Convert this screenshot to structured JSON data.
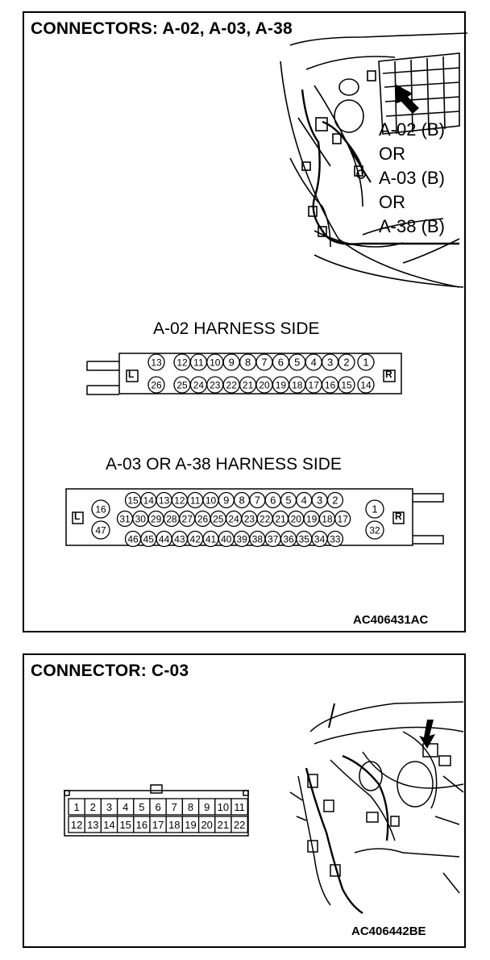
{
  "panel1": {
    "title": "CONNECTORS: A-02, A-03, A-38",
    "callouts": [
      "A-02 (B)",
      "OR",
      "A-03 (B)",
      "OR",
      "A-38 (B)"
    ],
    "a02": {
      "heading": "A-02 HARNESS SIDE",
      "left_tag": "L",
      "right_tag": "R",
      "top_row": [
        "13",
        "12",
        "11",
        "10",
        "9",
        "8",
        "7",
        "6",
        "5",
        "4",
        "3",
        "2",
        "1"
      ],
      "bottom_row": [
        "26",
        "25",
        "24",
        "23",
        "22",
        "21",
        "20",
        "19",
        "18",
        "17",
        "16",
        "15",
        "14"
      ]
    },
    "a03": {
      "heading": "A-03 OR A-38 HARNESS SIDE",
      "left_tag": "L",
      "right_tag": "R",
      "left_pins": [
        "16",
        "47"
      ],
      "right_pins": [
        "1",
        "32"
      ],
      "row1": [
        "15",
        "14",
        "13",
        "12",
        "11",
        "10",
        "9",
        "8",
        "7",
        "6",
        "5",
        "4",
        "3",
        "2"
      ],
      "row2": [
        "31",
        "30",
        "29",
        "28",
        "27",
        "26",
        "25",
        "24",
        "23",
        "22",
        "21",
        "20",
        "19",
        "18",
        "17"
      ],
      "row3": [
        "46",
        "45",
        "44",
        "43",
        "42",
        "41",
        "40",
        "39",
        "38",
        "37",
        "36",
        "35",
        "34",
        "33"
      ]
    },
    "code": "AC406431AC"
  },
  "panel2": {
    "title": "CONNECTOR: C-03",
    "c03": {
      "top_row": [
        "1",
        "2",
        "3",
        "4",
        "5",
        "6",
        "7",
        "8",
        "9",
        "10",
        "11"
      ],
      "bottom_row": [
        "12",
        "13",
        "14",
        "15",
        "16",
        "17",
        "18",
        "19",
        "20",
        "21",
        "22"
      ]
    },
    "code": "AC406442BE"
  }
}
